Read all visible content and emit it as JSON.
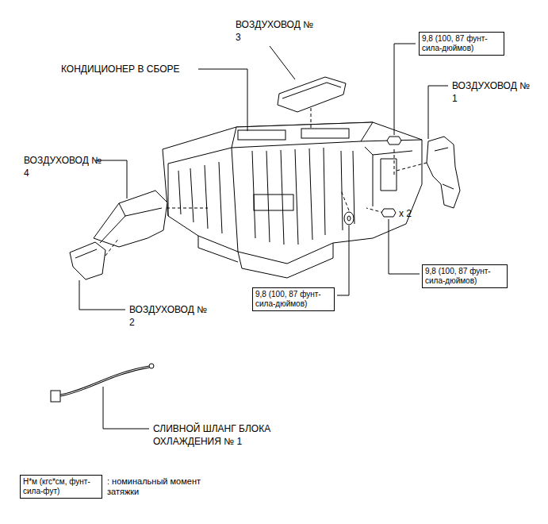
{
  "diagram": {
    "nodes": [
      {
        "text": [
          "9,8 (100, 87 фунт-сила-дюймов)"
        ]
      },
      {
        "text": [
          "9,8 (100, 87 фунт-сила-дюймов)"
        ]
      },
      {
        "text": [
          "9,8 (100, 87 фунт-сила-дюймов)"
        ]
      },
      {
        "text": [
          "Н*м (кгс*см, фунт-сила-фут)"
        ]
      }
    ],
    "labels": [
      "ВОЗДУХОВОД № 3",
      "КОНДИЦИОНЕР В СБОРЕ",
      "ВОЗДУХОВОД № 1",
      "ВОЗДУХОВОД № 4",
      "ВОЗДУХОВОД № 2",
      "x 2",
      "СЛИВНОЙ ШЛАНГ БЛОКА ОХЛАЖДЕНИЯ № 1"
    ],
    "legend": [
      {
        "text": ": номинальный момент затяжки"
      }
    ]
  }
}
